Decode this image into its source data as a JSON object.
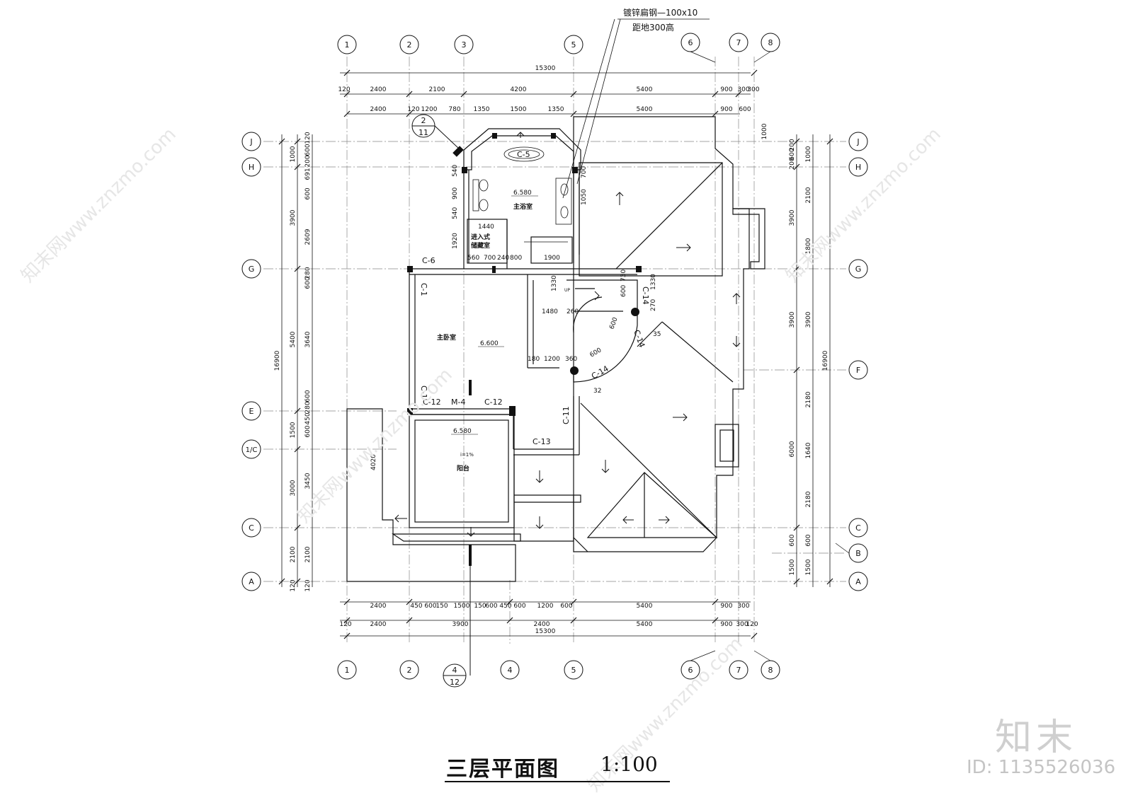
{
  "drawing": {
    "title": "三层平面图",
    "scale": "1:100"
  },
  "watermark": {
    "logo": "知末",
    "id": "ID: 1135526036",
    "text": "知末网www.znzmo.com"
  },
  "annotations": {
    "steel_note": "镀锌扁钢—100x10",
    "height_note": "距地300高",
    "section_top_num": "2",
    "section_top_den": "11",
    "section_bot_num": "4",
    "section_bot_den": "12"
  },
  "axes": {
    "top": [
      "1",
      "2",
      "3",
      "5",
      "6",
      "7",
      "8"
    ],
    "bottom": [
      "1",
      "2",
      "4",
      "5",
      "6",
      "7",
      "8"
    ],
    "left": [
      "J",
      "H",
      "G",
      "E",
      "1/C",
      "C",
      "A"
    ],
    "right": [
      "J",
      "H",
      "G",
      "F",
      "C",
      "B",
      "A"
    ]
  },
  "dims": {
    "top_total": "15300",
    "top_row1": [
      "120",
      "2400",
      "2100",
      "4200",
      "5400",
      "900",
      "300",
      "300"
    ],
    "top_row2": [
      "2400",
      "120",
      "1200",
      "780",
      "1350",
      "1500",
      "1350",
      "5400",
      "900",
      "600"
    ],
    "top_right_1000": "1000",
    "bottom_row1": [
      "2400",
      "450",
      "600",
      "150",
      "1500",
      "150",
      "600",
      "450",
      "600",
      "1200",
      "600",
      "5400",
      "900",
      "300"
    ],
    "bottom_row2": [
      "120",
      "2400",
      "3900",
      "2400",
      "5400",
      "900",
      "300",
      "120"
    ],
    "bottom_total": "15300",
    "left_total": "16900",
    "left_outer": [
      "1000",
      "3900",
      "5400",
      "1500",
      "3000",
      "2100",
      "120"
    ],
    "left_inner": [
      "120",
      "600",
      "200",
      "691",
      "600",
      "2609",
      "600",
      "280",
      "3640",
      "600",
      "280",
      "450",
      "600",
      "3450",
      "2100",
      "120"
    ],
    "right_total": "16900",
    "right_outer": [
      "200",
      "600",
      "200",
      "3900",
      "3900",
      "6000",
      "600",
      "1500"
    ],
    "right_inner": [
      "1000",
      "2100",
      "1800",
      "3900",
      "2180",
      "1640",
      "2180",
      "600",
      "1500"
    ]
  },
  "rooms": {
    "master_bath": "主浴室",
    "walk_in_line1": "进入式",
    "walk_in_line2": "储藏室",
    "master_bed": "主卧室",
    "balcony": "阳台"
  },
  "levels": {
    "bath": "6.580",
    "bed": "6.600",
    "balcony": "6.580",
    "slope": "i=1%"
  },
  "openings": {
    "c5": "C-5",
    "c6": "C-6",
    "c1a": "C-1",
    "c1b": "C-1",
    "c12a": "C-12",
    "m4": "M-4",
    "c12b": "C-12",
    "c13": "C-13",
    "c11": "C-11",
    "c14a": "C-14",
    "c14b": "C-14",
    "c14c": "C-14"
  },
  "interior_dims": {
    "d540a": "540",
    "d900": "900",
    "d540b": "540",
    "d1440": "1440",
    "d1920": "1920",
    "d560": "560",
    "d700": "700",
    "d240": "240",
    "d800": "800",
    "d1900": "1900",
    "d700b": "700",
    "d1050": "1050",
    "d1330": "1330",
    "d1480": "1480",
    "d260": "260",
    "d730": "730",
    "d600a": "600",
    "d1330b": "1330",
    "d270": "270",
    "d180": "180",
    "d1200": "1200",
    "d360": "360",
    "d600b": "600",
    "d600c": "600",
    "d35": "35",
    "d32": "32",
    "d4020": "4020",
    "up": "UP"
  }
}
